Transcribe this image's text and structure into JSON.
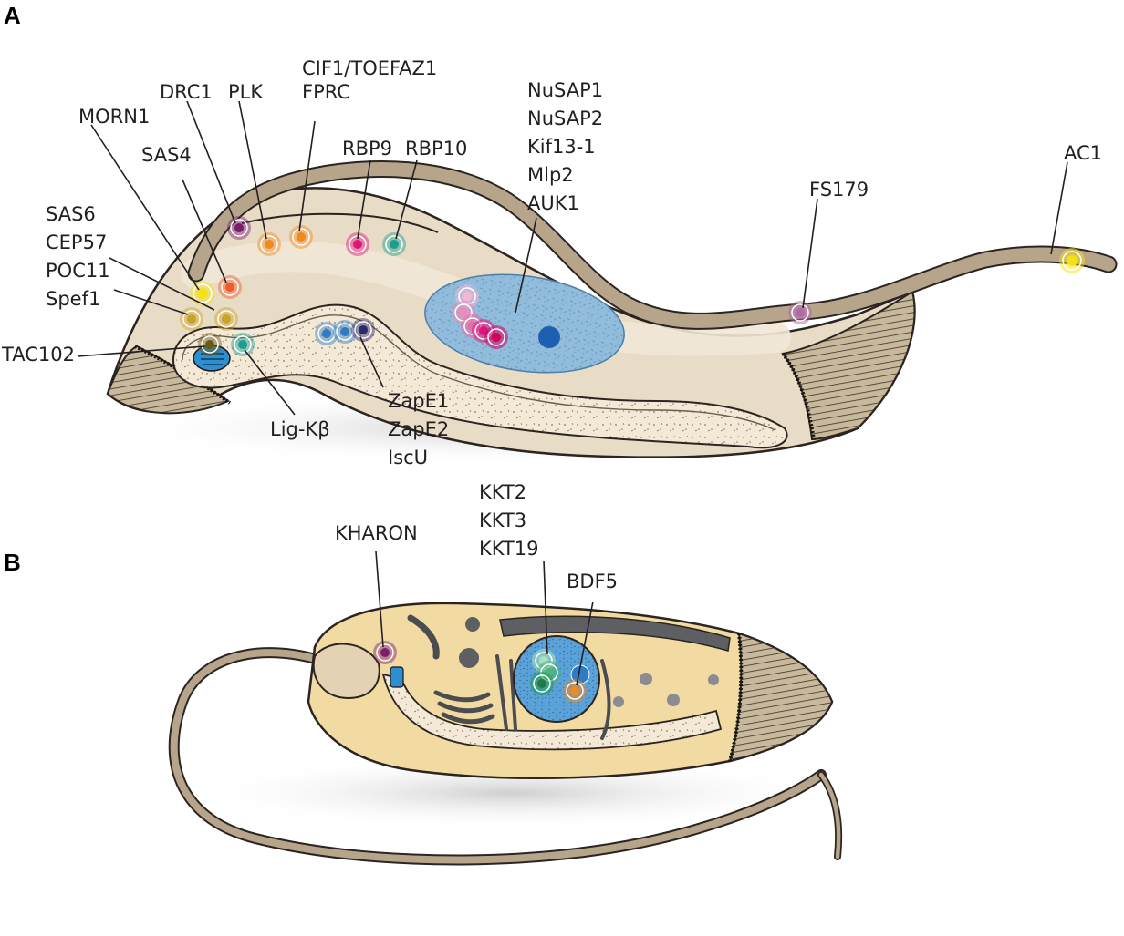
{
  "panels": {
    "a": "A",
    "b": "B"
  },
  "labels": {
    "morn1": "MORN1",
    "drc1": "DRC1",
    "plk": "PLK",
    "cif1": "CIF1/TOEFAZ1",
    "fprc": "FPRC",
    "rbp9": "RBP9",
    "rbp10": "RBP10",
    "sas4": "SAS4",
    "sas6": "SAS6",
    "cep57": "CEP57",
    "poc11": "POC11",
    "spef1": "Spef1",
    "tac102": "TAC102",
    "ligkb": "Lig-Kβ",
    "zape1": "ZapE1",
    "zape2": "ZapE2",
    "iscu": "IscU",
    "nusap1": "NuSAP1",
    "nusap2": "NuSAP2",
    "kif13": "Kif13-1",
    "mlp2": "Mlp2",
    "auk1": "AUK1",
    "fs179": "FS179",
    "ac1": "AC1",
    "kharon": "KHARON",
    "kkt2": "KKT2",
    "kkt3": "KKT3",
    "kkt19": "KKT19",
    "bdf5": "BDF5"
  },
  "colors": {
    "cell_body": "#e9dcc6",
    "flagellum": "#b7a58b",
    "nucleus": "#8fb8d9",
    "amastigote_body": "#f1dba3",
    "purple": "#7a1f6e",
    "orange": "#f08a1f",
    "pink": "#e0157a",
    "teal": "#1a9e8f",
    "yellow": "#f5e11b",
    "red_orange": "#ef5a2a",
    "ochre": "#c9a227",
    "olive": "#6b5a14",
    "blue": "#2e7cc4",
    "navy": "#2b2a6b",
    "lilac": "#b06aa9",
    "green": "#2a9a5a"
  }
}
